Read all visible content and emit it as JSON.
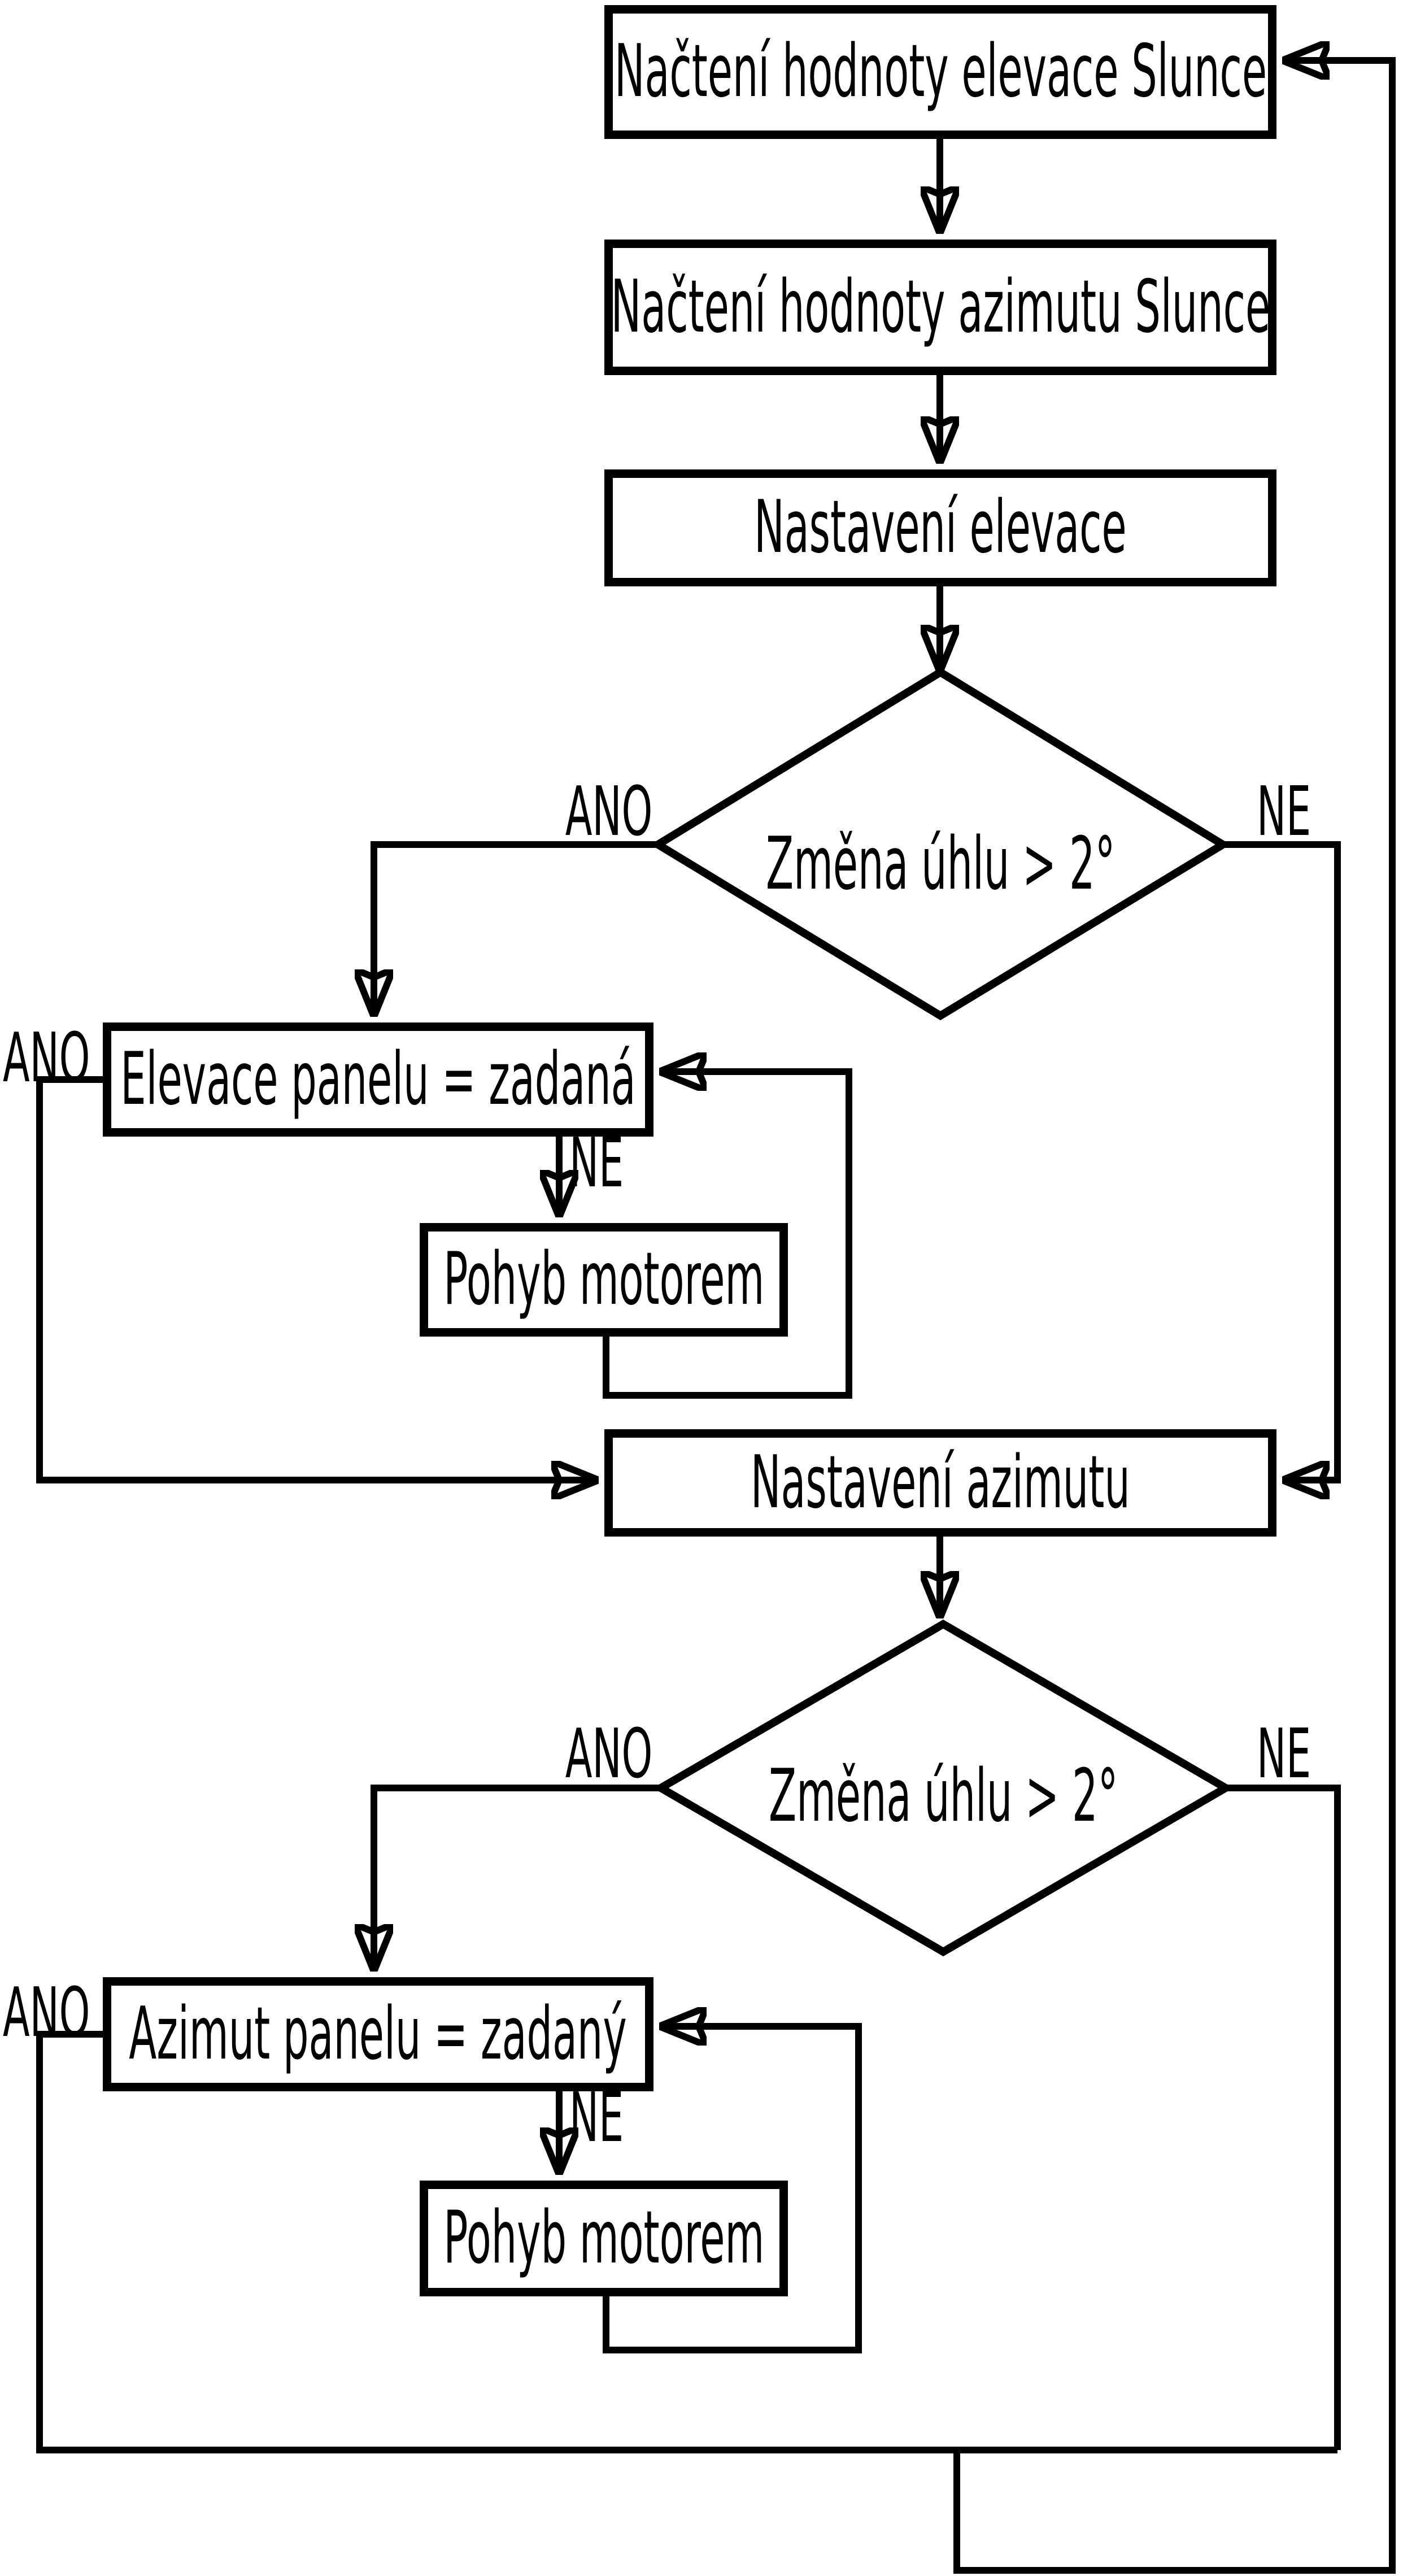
{
  "diagram": {
    "language": "cs",
    "description_visible_shapes": "flowchart with process boxes, two decision diamonds, loop-back connectors"
  },
  "nodes": {
    "read_sun_elevation": "Načtení hodnoty elevace Slunce",
    "read_sun_azimuth": "Načtení hodnoty azimutu Slunce",
    "set_elevation": "Nastavení elevace",
    "elevation_decision": "Změna úhlu > 2°",
    "elevation_panel_equals": "Elevace panelu = zadaná",
    "elevation_motor_move": "Pohyb motorem",
    "set_azimuth": "Nastavení azimutu",
    "azimuth_decision": "Změna úhlu > 2°",
    "azimuth_panel_equals": "Azimut panelu = zadaný",
    "azimuth_motor_move": "Pohyb motorem"
  },
  "labels": {
    "yes": "ANO",
    "no": "NE"
  },
  "colors": {
    "line": "#000000",
    "background": "#ffffff",
    "text": "#000000"
  }
}
